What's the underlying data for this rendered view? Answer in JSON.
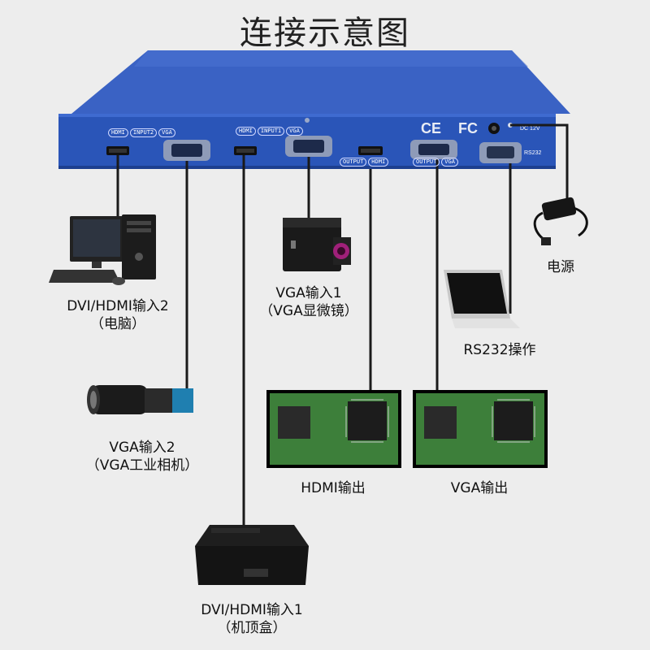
{
  "title": "连接示意图",
  "panel": {
    "input2": [
      "HDMI",
      "INPUT2",
      "VGA"
    ],
    "input1": [
      "HDMI",
      "INPUT1",
      "VGA"
    ],
    "output_hdmi": [
      "OUTPUT",
      "HDMI"
    ],
    "output_vga": [
      "OUTPUT",
      "VGA"
    ],
    "ce": "CE",
    "fc": "FC",
    "dc": "DC 12V",
    "rs232": "RS232"
  },
  "labels": {
    "pc_line1": "DVI/HDMI输入2",
    "pc_line2": "（电脑）",
    "vga1_line1": "VGA输入1",
    "vga1_line2": "（VGA显微镜）",
    "power": "电源",
    "rs232": "RS232操作",
    "vga2_line1": "VGA输入2",
    "vga2_line2": "（VGA工业相机）",
    "hdmi_out": "HDMI输出",
    "vga_out": "VGA输出",
    "stb_line1": "DVI/HDMI输入1",
    "stb_line2": "（机顶盒）"
  },
  "colors": {
    "device_blue": "#2a55b8",
    "board_green": "#3d7f3a"
  }
}
